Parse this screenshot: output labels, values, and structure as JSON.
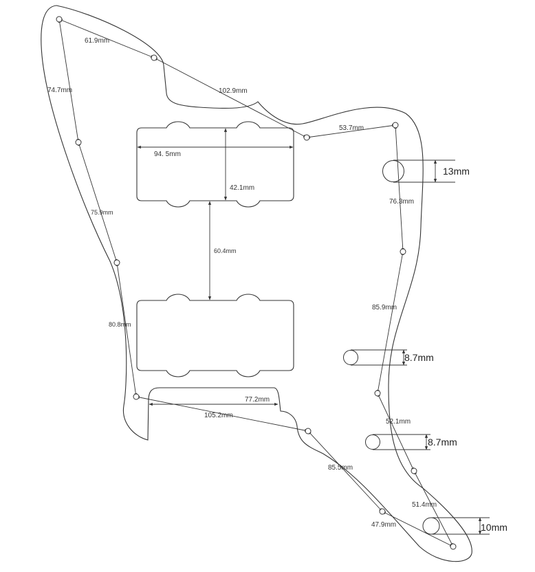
{
  "measurements": {
    "m61_9": "61.9mm",
    "m74_7": "74.7mm",
    "m102_9": "102.9mm",
    "m53_7": "53.7mm",
    "m94_5": "94. 5mm",
    "m42_1": "42.1mm",
    "m13": "13mm",
    "m76_3": "76.3mm",
    "m75_9": "75.9mm",
    "m60_4": "60.4mm",
    "m85_9": "85.9mm",
    "m80_8": "80.8mm",
    "m8_7a": "8.7mm",
    "m77_2": "77.2mm",
    "m105_2": "105.2mm",
    "m52_1": "52.1mm",
    "m8_7b": "8.7mm",
    "m85_5": "85.5mm",
    "m51_4": "51.4mm",
    "m47_9": "47.9mm",
    "m10": "10mm"
  },
  "colors": {
    "line": "#333333",
    "background": "#ffffff"
  }
}
